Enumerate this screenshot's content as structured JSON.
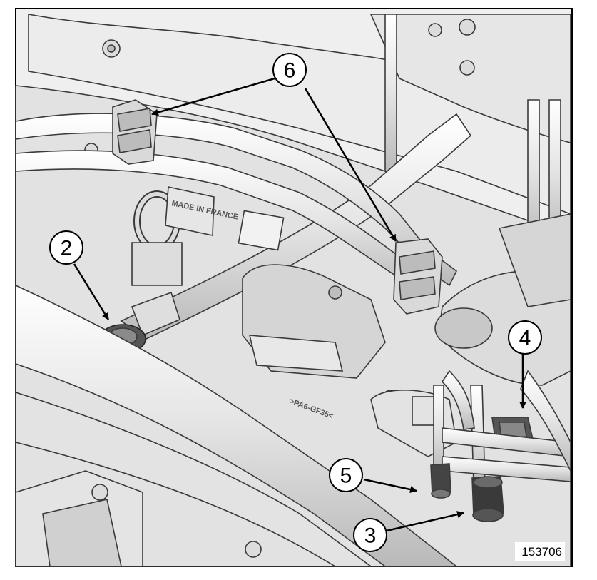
{
  "figure": {
    "number": "153706",
    "markings": {
      "made_in_france": "MADE IN FRANCE",
      "material": ">PA6-GF35<"
    },
    "callouts": [
      {
        "id": "callout-2",
        "label": "2"
      },
      {
        "id": "callout-3",
        "label": "3"
      },
      {
        "id": "callout-4",
        "label": "4"
      },
      {
        "id": "callout-5",
        "label": "5"
      },
      {
        "id": "callout-6",
        "label": "6"
      }
    ]
  }
}
